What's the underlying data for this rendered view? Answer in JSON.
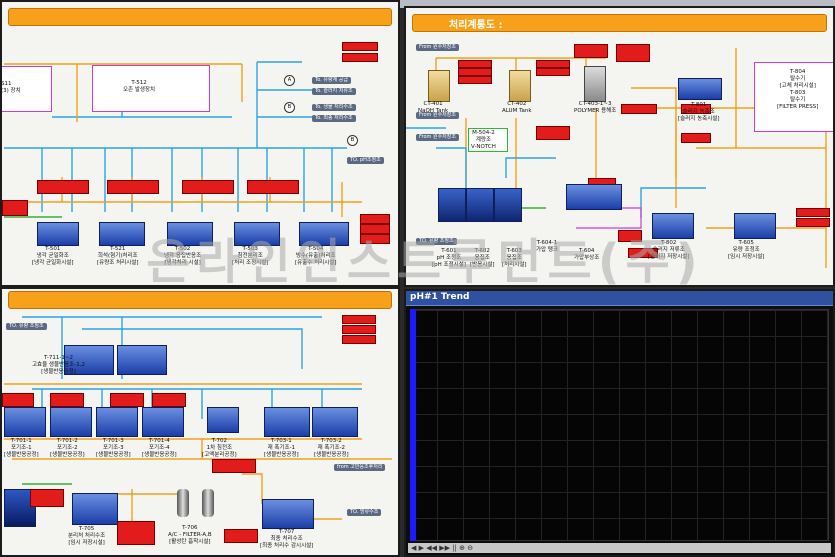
{
  "windows": {
    "top_left_title": "",
    "top_right_title": "처리계통도 :",
    "trend_title": "pH#1 Trend",
    "bottom_left_title": ""
  },
  "watermark": "온라인인스트루먼트(주)",
  "top_left": {
    "box_left": "S11\n(3) 장치",
    "box_mid": "T-512\n오존 발생장치",
    "tanks": [
      {
        "id": "T-501",
        "desc": "냉각 균일화조\n[냉각 균일화시설]"
      },
      {
        "id": "T-521",
        "desc": "희석(혐기)처리조\n[유량조 처리시설]"
      },
      {
        "id": "T-502",
        "desc": "냉각 응집반응조\n[냉각처리 시설]"
      },
      {
        "id": "T-503",
        "desc": "침전분리조\n[처리 조정시설]"
      },
      {
        "id": "T-504",
        "desc": "방수(유출)처리조\n[유출수 처리시설]"
      }
    ],
    "tags": [
      "To. 유량계 공급",
      "To. 슬러지 저류조",
      "To. 생물 처리수조",
      "To. 최종 처리수조",
      "TO. pH조정조"
    ],
    "markers": [
      "A",
      "B",
      "B"
    ]
  },
  "top_right": {
    "chemicals": [
      "CT-401\nNaOH Tank",
      "CT-402\nALUM Tank",
      "CT-403-1~3\nPOLYMER 용해조"
    ],
    "green_box": "M-504-2\n계량조\nV-NOTCH",
    "tank_left": {
      "id": "T-601",
      "desc": "pH 조정조\n[pH 조정시설]"
    },
    "tank_602": {
      "id": "T-602",
      "desc": "응집조\n[반응시설]"
    },
    "tank_603": {
      "id": "T-603",
      "desc": "응집조\n[처리시설]"
    },
    "tank_801": {
      "id": "T-801",
      "desc": "슬러지 농축조\n[슬러지 농축시설]"
    },
    "tank_802": {
      "id": "T-802",
      "desc": "슬러지 저류조\n[슬러지 저장시설]"
    },
    "tank_605": {
      "id": "T-605",
      "desc": "유량 조정조\n[임시 저장시설]"
    },
    "box_right": "T-804\n탈수기\n[고체 처리시설]\nT-803\n탈수기\n[FILTER PRESS]",
    "tags": [
      "From 원수저장조",
      "From 원수저장조",
      "From 원수저장조",
      "TO. 유량 조정조"
    ],
    "small_labels": [
      "T-604-1\n가압 탱크",
      "T-604\n가압부상조"
    ]
  },
  "bottom_left": {
    "tanks": [
      {
        "id": "T-711-1~2",
        "desc": "고효율 생물반응조-1,2\n[생물반응공정]"
      },
      {
        "id": "T-701-1",
        "desc": "포기조-1\n[생물반응공정]"
      },
      {
        "id": "T-701-2",
        "desc": "포기조-2\n[생물반응공정]"
      },
      {
        "id": "T-701-3",
        "desc": "포기조-3\n[생물반응공정]"
      },
      {
        "id": "T-701-4",
        "desc": "포기조-4\n[생물반응공정]"
      },
      {
        "id": "T-702",
        "desc": "1차 침전조\n[고액분리공정]"
      },
      {
        "id": "T-703-1",
        "desc": "재 폭기조-1\n[생물반응공정]"
      },
      {
        "id": "T-703-2",
        "desc": "재 폭기조-2\n[생물반응공정]"
      },
      {
        "id": "T-705",
        "desc": "분리처 처리수조\n[임시 저장시설]"
      },
      {
        "id": "T-706",
        "desc": "A/C - FILTER-A,B\n[활성탄 흡착시설]"
      },
      {
        "id": "T-707",
        "desc": "최종 처리수조\n[최종 처리수 감시시설]"
      }
    ],
    "tags": [
      "TO. 유량 조정조",
      "TO. 방류수조",
      "from 고반응조후처리"
    ]
  },
  "trend_toolbar": "◀ ▶ ◀◀ ▶▶ ||  ⊕ ⊖"
}
